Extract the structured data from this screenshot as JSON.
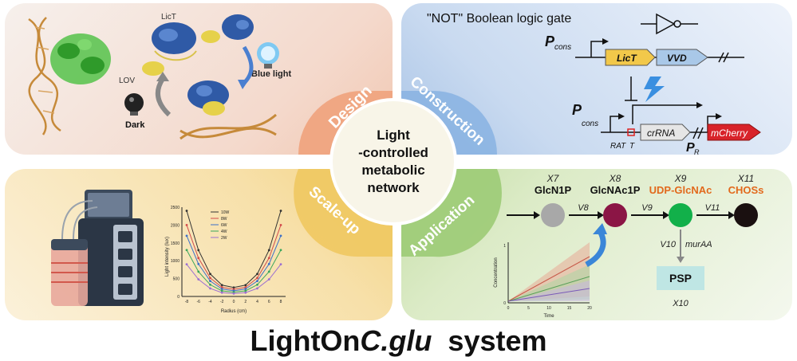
{
  "center": {
    "line1": "Light",
    "line2": "-controlled",
    "line3": "metabolic",
    "line4": "network"
  },
  "design": {
    "label": "Design",
    "protein_top": "LicT",
    "protein_left": "LOV",
    "light_on": "Blue light",
    "light_off": "Dark"
  },
  "construction": {
    "label": "Construction",
    "title": "\"NOT\" Boolean logic gate",
    "promoter1": "P",
    "promoter1_sub": "cons",
    "gene1": "LicT",
    "gene2": "VVD",
    "promoter2": "P",
    "promoter2_sub": "cons",
    "rat": "RAT",
    "t": "T",
    "crrna": "crRNA",
    "promoter3": "P",
    "promoter3_sub": "R",
    "reporter": "mCherry"
  },
  "scale": {
    "label": "Scale-up",
    "ylabel": "Light intensity (lux)",
    "xlabel": "Radius (cm)",
    "yticks": [
      "2500",
      "2000",
      "1500",
      "1000",
      "500",
      "0"
    ],
    "xticks": [
      "-8",
      "-6",
      "-4",
      "-2",
      "0",
      "2",
      "4",
      "6",
      "8"
    ],
    "legend": [
      "10W",
      "8W",
      "6W",
      "4W",
      "2W"
    ],
    "colors": [
      "#333333",
      "#d24b4b",
      "#3d6fc7",
      "#3aa65c",
      "#9b6fd1"
    ]
  },
  "application": {
    "label": "Application",
    "nodes": [
      {
        "id": "X7",
        "name": "GlcN1P",
        "color": "#a8a8a8",
        "name_color": "#111111"
      },
      {
        "id": "X8",
        "name": "GlcNAc1P",
        "color": "#8b1545",
        "name_color": "#111111"
      },
      {
        "id": "X9",
        "name": "UDP-GlcNAc",
        "color": "#12b04a",
        "name_color": "#e2691c"
      },
      {
        "id": "X11",
        "name": "CHOSs",
        "color": "#1a1010",
        "name_color": "#e2691c"
      }
    ],
    "reactions": [
      "V8",
      "V9",
      "V11"
    ],
    "branch_reaction": "V10",
    "branch_gene": "murAA",
    "product": "PSP",
    "product_id": "X10",
    "mini_ylabel": "Concentration",
    "mini_xlabel": "Time",
    "mini_xticks": [
      "0",
      "5",
      "10",
      "15",
      "20"
    ],
    "mini_yticks": [
      "1",
      "0"
    ]
  },
  "footer": {
    "part1": "LightOn",
    "part2": "C.glu",
    "part3": "system"
  }
}
